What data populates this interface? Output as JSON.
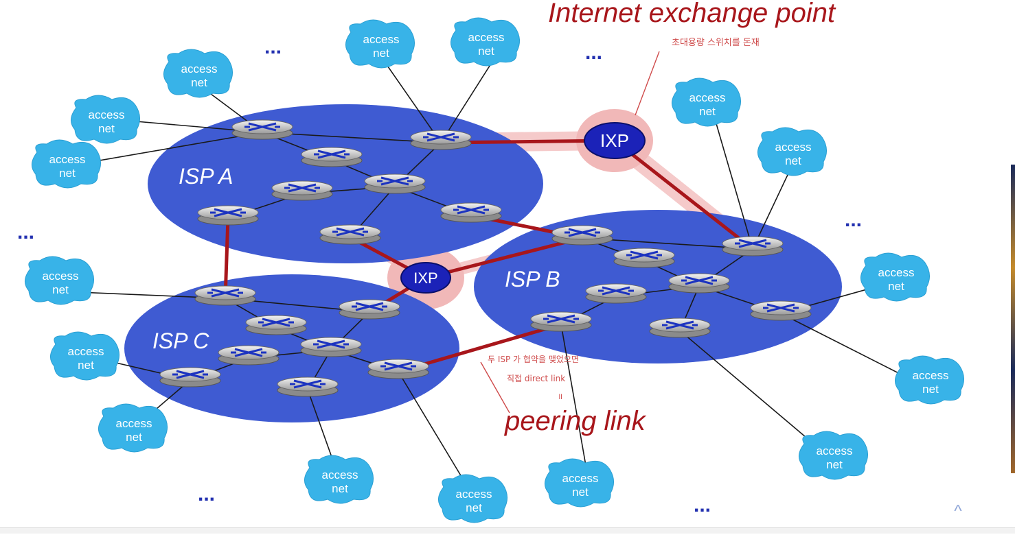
{
  "diagram": {
    "title": "Internet exchange point",
    "title_note": "초대용량 스위치를 돈재",
    "peering_label": "peering link",
    "peering_note_line1": "두 ISP 가 협약을 맺었으면",
    "peering_note_line2": "직접 direct link",
    "peering_note_line3": "॥",
    "isp_labels": [
      "ISP A",
      "ISP B",
      "ISP C"
    ],
    "ixp_label": "IXP",
    "access_net_line1": "access",
    "access_net_line2": "net",
    "ellipsis": "...",
    "colors": {
      "isp_fill": "#3f5bd2",
      "access_net": "#38b3e8",
      "peering_link": "#a8161b",
      "ixp": "#1b22b8",
      "highlight": "#f4c2c2"
    }
  },
  "ui": {
    "scroll_top_icon": "chevron-up-icon",
    "scroll_top_glyph": "^"
  }
}
